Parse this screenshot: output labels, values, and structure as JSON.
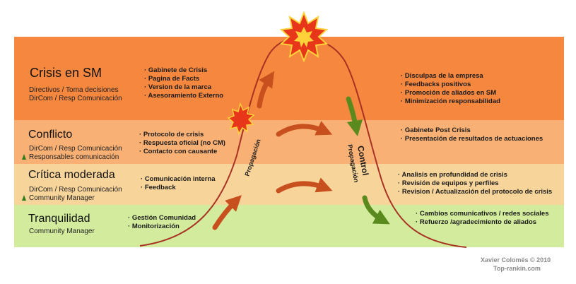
{
  "levels": [
    {
      "title": "Crisis en SM",
      "roles": [
        "Directivos / Toma decisiones",
        "DirCom / Resp Comunicación"
      ]
    },
    {
      "title": "Conflicto",
      "roles": [
        "DirCom / Resp Comunicación",
        "Responsables comunicación"
      ]
    },
    {
      "title": "Crítica moderada",
      "roles": [
        "DirCom / Resp Comunicación",
        "Community Manager"
      ]
    },
    {
      "title": "Tranquilidad",
      "roles": [
        "Community Manager"
      ]
    }
  ],
  "propagation_actions": {
    "crisis": [
      "Gabinete de Crisis",
      "Pagina de Facts",
      "Version de la marca",
      "Asesoramiento Externo"
    ],
    "conflicto": [
      "Protocolo de crisis",
      "Respuesta oficial (no CM)",
      "Contacto con causante"
    ],
    "critica": [
      "Comunicación interna",
      "Feedback"
    ],
    "tranquilidad": [
      "Gestión Comunidad",
      "Monitorización"
    ]
  },
  "control_actions": {
    "crisis": [
      "Disculpas de la empresa",
      "Feedbacks positivos",
      "Promoción de aliados en SM",
      "Minimización responsabilidad"
    ],
    "conflicto": [
      "Gabinete Post Crisis",
      "Presentación de resultados de actuaciones"
    ],
    "critica": [
      "Analisis en profundidad de crisis",
      "Revisión de equipos y perfiles",
      "Revision / Actualización del protocolo de crisis"
    ],
    "tranquilidad": [
      "Cambios comunicativos / redes sociales",
      "Refuerzo /agradecimiento de aliados"
    ]
  },
  "curve_labels": {
    "propagacion_left": "Propagación",
    "control": "Control",
    "propagacion_right": "Propagación"
  },
  "credit": {
    "author": "Xavier Colomés © 2010",
    "site": "Top-rankin.com"
  },
  "colors": {
    "crisis_band": "#f5873f",
    "conflicto_band": "#f8b074",
    "critica_band": "#f7d49a",
    "tranquilidad_band": "#d3eb9c",
    "curve": "#a83222",
    "arrow_orange": "#c8501e",
    "arrow_green": "#5a8a1e",
    "burst": "#e8361a"
  }
}
